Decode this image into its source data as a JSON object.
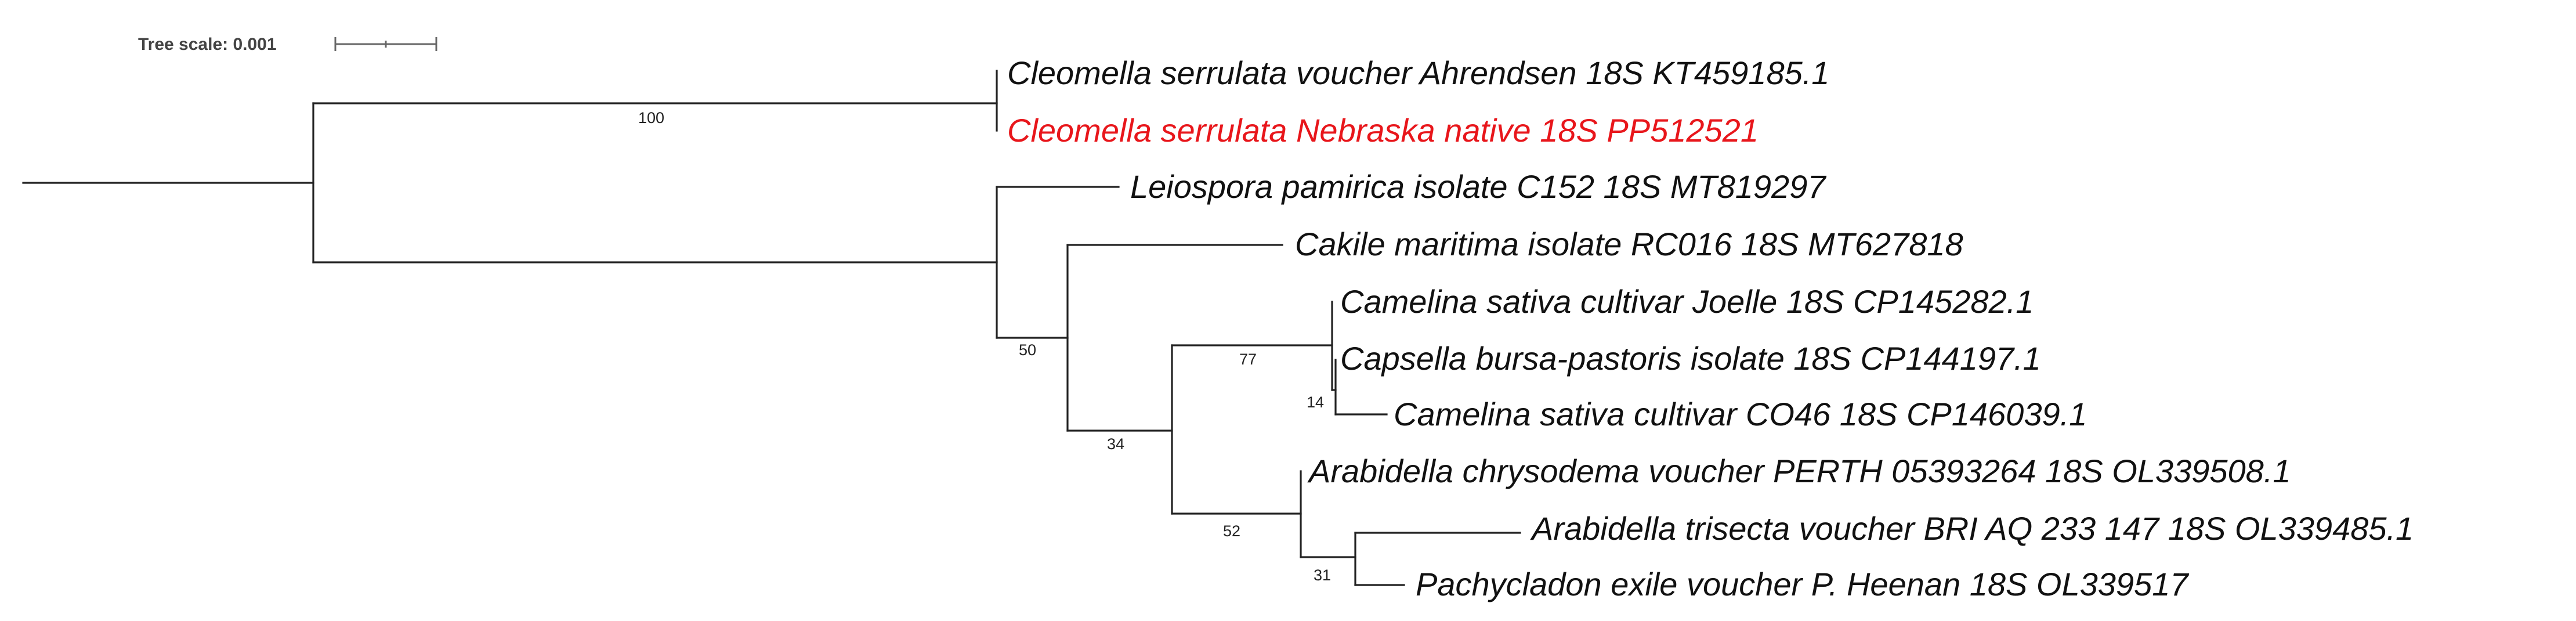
{
  "scale": {
    "title": "Tree scale: 0.001"
  },
  "leaves": [
    {
      "label": "Cleomella serrulata voucher Ahrendsen 18S KT459185.1",
      "color": "#111111"
    },
    {
      "label": "Cleomella serrulata Nebraska native 18S PP512521",
      "color": "#e8161b"
    },
    {
      "label": "Leiospora pamirica isolate C152 18S MT819297",
      "color": "#111111"
    },
    {
      "label": "Cakile maritima isolate RC016 18S MT627818",
      "color": "#111111"
    },
    {
      "label": "Camelina sativa cultivar Joelle 18S CP145282.1",
      "color": "#111111"
    },
    {
      "label": "Capsella bursa-pastoris isolate 18S CP144197.1",
      "color": "#111111"
    },
    {
      "label": "Camelina sativa cultivar CO46 18S CP146039.1",
      "color": "#111111"
    },
    {
      "label": "Arabidella chrysodema voucher PERTH 05393264 18S OL339508.1",
      "color": "#111111"
    },
    {
      "label": "Arabidella trisecta voucher BRI AQ 233 147 18S OL339485.1",
      "color": "#111111"
    },
    {
      "label": "Pachycladon exile voucher P. Heenan 18S OL339517",
      "color": "#111111"
    }
  ],
  "supports": [
    "100",
    "50",
    "34",
    "77",
    "14",
    "52",
    "31"
  ]
}
